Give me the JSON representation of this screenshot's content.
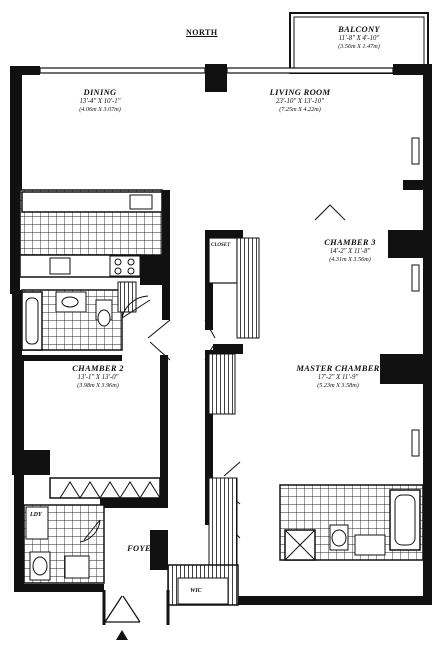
{
  "compass": "NORTH",
  "rooms": {
    "balcony": {
      "name": "BALCONY",
      "dims": "11'-8\" X 4'-10\"",
      "metric": "(3.56m X 1.47m)"
    },
    "dining": {
      "name": "DINING",
      "dims": "13'-4\" X 10'-1\"",
      "metric": "(4.06m X 3.07m)"
    },
    "living": {
      "name": "LIVING ROOM",
      "dims": "23'-10\" X 13'-10\"",
      "metric": "(7.25m X 4.22m)"
    },
    "chamber3": {
      "name": "CHAMBER 3",
      "dims": "14'-2\" X 11'-8\"",
      "metric": "(4.31m X 3.56m)"
    },
    "chamber2": {
      "name": "CHAMBER 2",
      "dims": "13'-1\" X 13'-0\"",
      "metric": "(3.98m X 3.96m)"
    },
    "master": {
      "name": "MASTER CHAMBER",
      "dims": "17'-2\" X 11'-9\"",
      "metric": "(5.23m X 3.58m)"
    },
    "foyer": {
      "name": "FOYER"
    },
    "wic": {
      "name": "WIC"
    },
    "ldy": {
      "name": "LDY"
    },
    "closet": {
      "name": "CLOSET"
    }
  }
}
